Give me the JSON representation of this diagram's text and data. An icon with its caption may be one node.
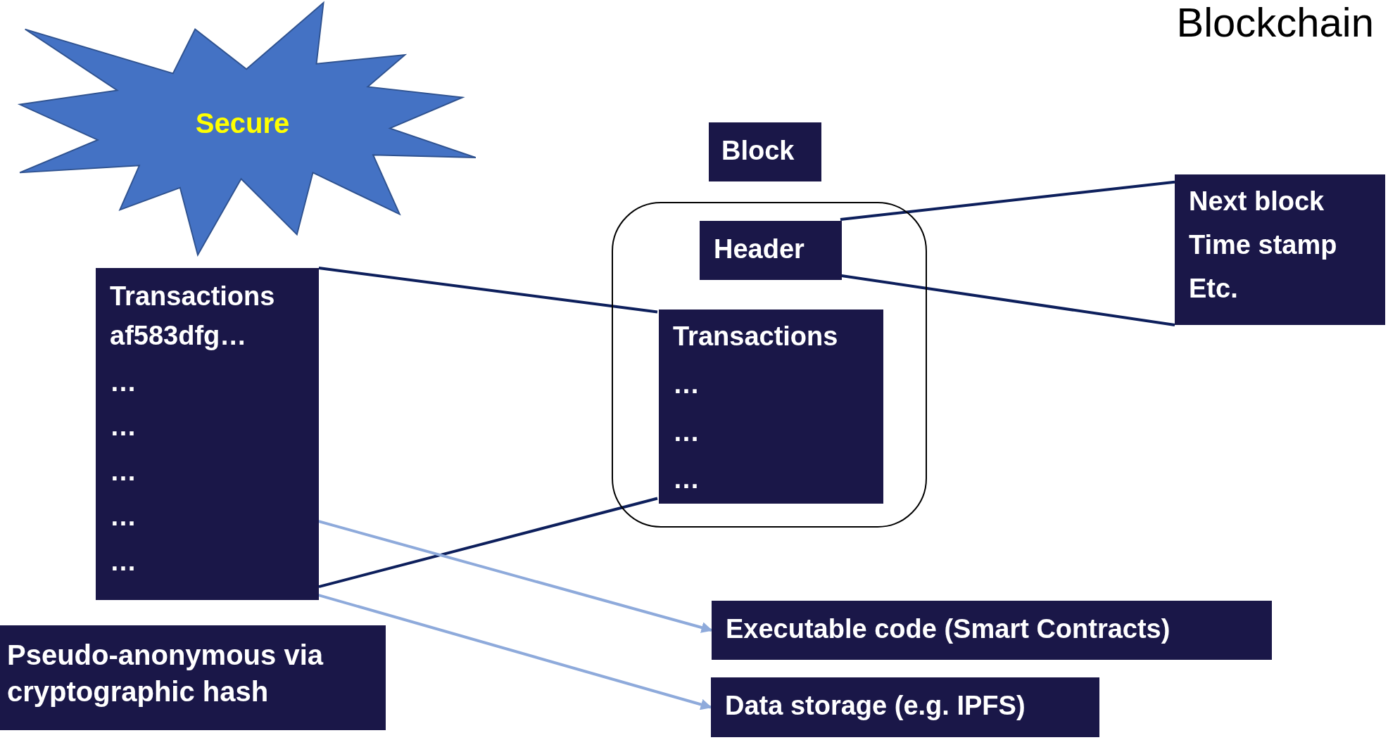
{
  "diagram": {
    "title": "Blockchain",
    "nodes": [
      {
        "text": [
          "Secure"
        ]
      },
      {
        "text": [
          "Block"
        ]
      },
      {
        "text": [],
        "shape": "box"
      },
      {
        "text": [
          "Header"
        ],
        "in": 2
      },
      {
        "text": [
          "Transactions",
          "…",
          "…",
          "…"
        ],
        "in": 2
      },
      {
        "text": [
          "Next block",
          "Time stamp",
          "Etc."
        ]
      },
      {
        "text": [
          "Transactions",
          "af583dfg…",
          "…",
          "…",
          "…",
          "…",
          "…"
        ]
      },
      {
        "text": [
          "Pseudo-anonymous via cryptographic hash"
        ]
      },
      {
        "text": [
          "Executable code (Smart Contracts)"
        ]
      },
      {
        "text": [
          "Data storage (e.g. IPFS)"
        ]
      }
    ],
    "edges": [
      {
        "from": 3,
        "to": 5,
        "arrow": "none"
      },
      {
        "from": 3,
        "to": 5,
        "arrow": "none"
      },
      {
        "from": 6,
        "to": 4,
        "arrow": "none"
      },
      {
        "from": 6,
        "to": 4,
        "arrow": "none"
      },
      {
        "from": 6,
        "to": 8,
        "arrow": "to",
        "color": "#8eaadb"
      },
      {
        "from": 6,
        "to": 9,
        "arrow": "to",
        "color": "#8eaadb"
      }
    ]
  }
}
